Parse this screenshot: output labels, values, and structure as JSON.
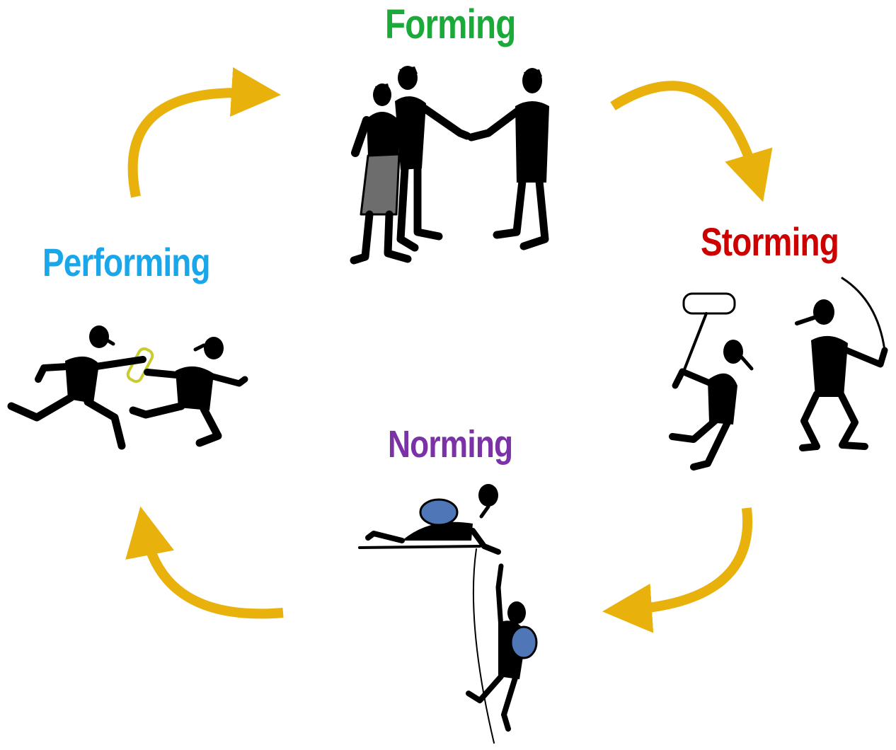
{
  "stages": {
    "forming": {
      "label": "Forming",
      "color": "#1aaa3a",
      "illustration": "handshake-icon"
    },
    "storming": {
      "label": "Storming",
      "color": "#cc0000",
      "illustration": "fighting-figures-icon"
    },
    "norming": {
      "label": "Norming",
      "color": "#7b32a6",
      "illustration": "climbing-help-icon"
    },
    "performing": {
      "label": "Performing",
      "color": "#1aa7ea",
      "illustration": "relay-race-icon"
    }
  },
  "arrow_color": "#e8b10c",
  "cycle_order": [
    "Forming",
    "Storming",
    "Norming",
    "Performing"
  ]
}
